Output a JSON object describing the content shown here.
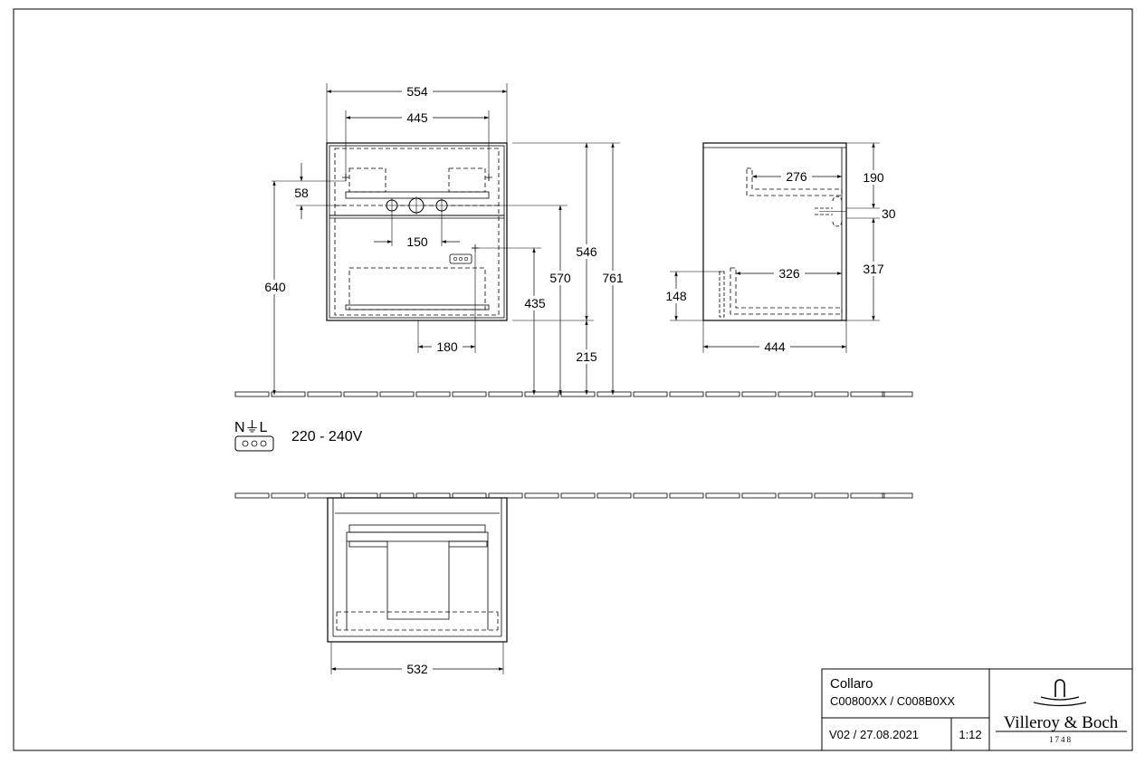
{
  "drawing": {
    "front_view": {
      "width_outer": "554",
      "width_holes": "445",
      "offset_top": "58",
      "hole_spacing": "150",
      "height_floor_to_holes": "640",
      "height_floor_to_socket": "435",
      "height_floor_to_top": "761",
      "height_cabinet": "546",
      "height_floor_to_pipe": "570",
      "height_floor_to_bottom": "215",
      "drawer_offset": "180"
    },
    "side_view": {
      "depth_top": "276",
      "height_top_zone": "190",
      "pipe_height": "30",
      "depth_bottom": "326",
      "height_bottom_zone": "317",
      "height_bottom": "148",
      "depth_total": "444"
    },
    "plan_view": {
      "width_inner": "532"
    },
    "power": {
      "symbol_labels": "N⏚L",
      "voltage": "220 - 240V"
    }
  },
  "title_block": {
    "product": "Collaro",
    "article_numbers": "C00800XX / C008B0XX",
    "version_date": "V02 / 27.08.2021",
    "scale": "1:12",
    "brand": "Villeroy & Boch",
    "brand_year": "1748"
  }
}
